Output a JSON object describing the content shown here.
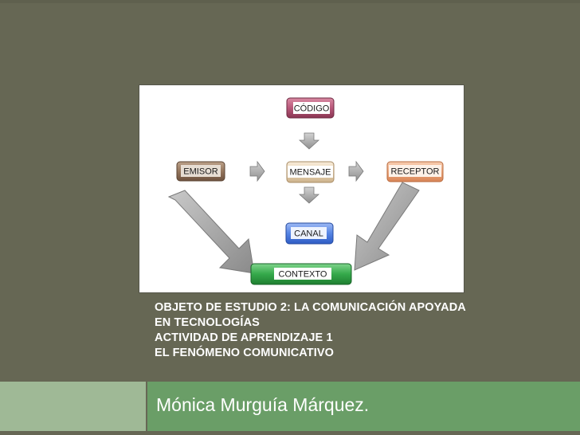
{
  "slide": {
    "background_color": "#666754",
    "title_lines": [
      "OBJETO DE ESTUDIO 2: LA COMUNICACIÓN APOYADA",
      "EN TECNOLOGÍAS",
      "ACTIVIDAD DE APRENDIZAJE 1",
      "EL FENÓMENO COMUNICATIVO"
    ],
    "subtitle": "Mónica Murguía Márquez.",
    "band_colors": {
      "left": "#9fb996",
      "right": "#6a9e67"
    }
  },
  "diagram": {
    "nodes": {
      "codigo": {
        "label": "CÓDIGO",
        "color": "#a04865"
      },
      "emisor": {
        "label": "EMISOR",
        "color": "#8a6a52"
      },
      "mensaje": {
        "label": "MENSAJE",
        "color": "#e6d2b4"
      },
      "receptor": {
        "label": "RECEPTOR",
        "color": "#e9a47b"
      },
      "canal": {
        "label": "CANAL",
        "color": "#4a75d8"
      },
      "contexto": {
        "label": "CONTEXTO",
        "color": "#2e9b43"
      }
    },
    "arrow_color": "#8c8c8c"
  }
}
